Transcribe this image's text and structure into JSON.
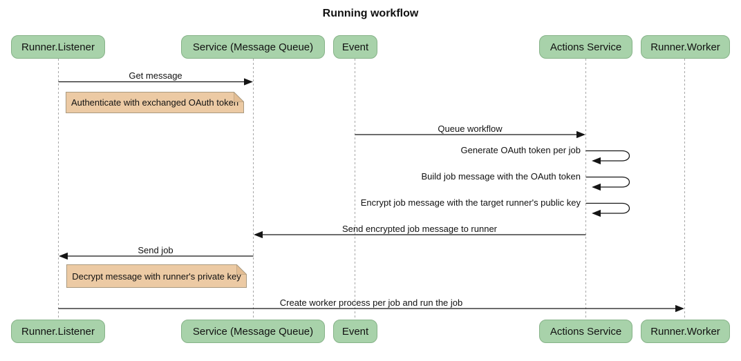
{
  "title": "Running workflow",
  "participants": [
    {
      "label": "Runner.Listener"
    },
    {
      "label": "Service (Message Queue)"
    },
    {
      "label": "Event"
    },
    {
      "label": "Actions Service"
    },
    {
      "label": "Runner.Worker"
    }
  ],
  "messages": [
    {
      "label": "Get message",
      "from": "Runner.Listener",
      "to": "Service (Message Queue)",
      "type": "solid-arrow"
    },
    {
      "label": "Queue workflow",
      "from": "Event",
      "to": "Actions Service",
      "type": "solid-arrow"
    },
    {
      "label": "Generate OAuth token per job",
      "from": "Actions Service",
      "to": "Actions Service",
      "type": "self"
    },
    {
      "label": "Build job message with the OAuth token",
      "from": "Actions Service",
      "to": "Actions Service",
      "type": "self"
    },
    {
      "label": "Encrypt job message with the target runner's public key",
      "from": "Actions Service",
      "to": "Actions Service",
      "type": "self"
    },
    {
      "label": "Send encrypted job message to runner",
      "from": "Actions Service",
      "to": "Service (Message Queue)",
      "type": "solid-arrow"
    },
    {
      "label": "Send job",
      "from": "Service (Message Queue)",
      "to": "Runner.Listener",
      "type": "solid-arrow"
    },
    {
      "label": "Create worker process per job and run the job",
      "from": "Runner.Listener",
      "to": "Runner.Worker",
      "type": "solid-arrow"
    }
  ],
  "notes": [
    {
      "label": "Authenticate with exchanged OAuth token",
      "over": "Runner.Listener"
    },
    {
      "label": "Decrypt message with runner's private key",
      "over": "Runner.Listener"
    }
  ],
  "colors": {
    "participant_fill": "#a8d2aa",
    "participant_border": "#85b287",
    "note_fill": "#eccaa4",
    "note_border": "#a9997f",
    "lifeline": "#a6a6a6",
    "arrow": "#151515",
    "text": "#111111",
    "background": "#ffffff"
  }
}
